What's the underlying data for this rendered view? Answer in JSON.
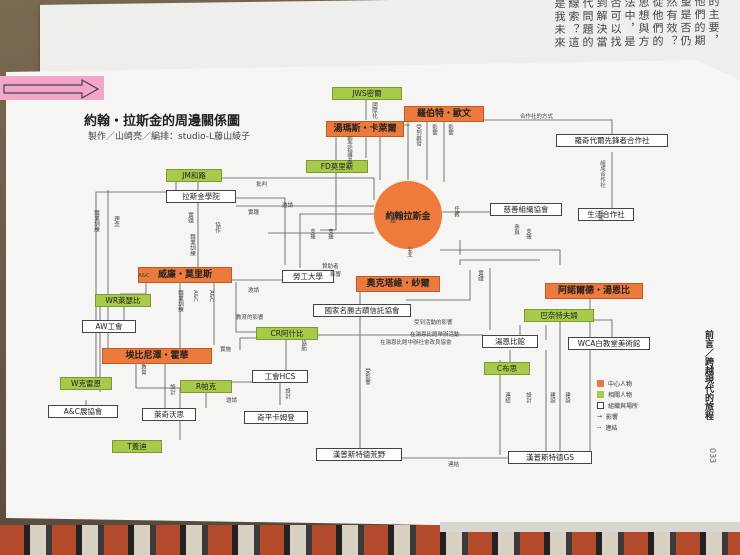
{
  "title": "約翰・拉斯金的周邊關係圖",
  "credit": "製作／山崎亮／編排：studio-L藤山綾子",
  "side_title": "前言／跨越現代的旅程",
  "page_number": "033",
  "prev_text": "的主要，他們的期望是否仍然有效？從他們的思想與方法中，是否可以找到解決當代問題的線索？這是我未來",
  "center": "約翰拉斯金",
  "core": {
    "carlyle": "湯瑪斯・卡萊爾",
    "owen": "羅伯特・歐文",
    "morris": "威廉・莫里斯",
    "octavia": "奧克塔維・紗爾",
    "ebenezer": "埃比尼澤・霍華",
    "arnold": "阿諾爾德・湯恩比"
  },
  "related": {
    "jws": "JWS密爾",
    "fd": "FD莫里斯",
    "jm": "JM和路",
    "wr": "WR萊瑟比",
    "cr": "CR阿什比",
    "rpark": "R帕克",
    "w": "W克雷恩",
    "barnett": "巴奈特夫婦",
    "tgeddes": "T蓋迪",
    "cbooth": "C布思"
  },
  "orgs": {
    "rochdale": "羅奇代爾先鋒者合作社",
    "consumer": "生活合作社",
    "cos": "慈善組織協會",
    "ruskin_college": "拉斯金學院",
    "workers": "勞工大學",
    "nationaltrust": "國家名勝古蹟信託協會",
    "aw": "AW工會",
    "toynbee": "湯恩比館",
    "wca": "WCA白教堂美術館",
    "hcs": "工會HCS",
    "letchworth": "萊奇沃思",
    "hampstead_garden": "奇平卡姆登",
    "aac": "A&C展協會",
    "hampstead": "漢普斯特德荒野",
    "hgs": "漢普斯特德GS"
  },
  "labels": [
    "合作社的方式",
    "國際化",
    "觀念指導者",
    "受到啟發",
    "批判",
    "邀請",
    "實踐",
    "支援",
    "A&C",
    "A&C",
    "A&C",
    "職業訓練",
    "職業訓練",
    "實踐",
    "協作",
    "支援",
    "影響",
    "贊助者",
    "職業訓練",
    "教育的影響",
    "實施",
    "在湯恩比館中辦社會改良協會",
    "受到活動的影響",
    "在湯恩比館舉辦活動",
    "設計",
    "建設",
    "連結",
    "建設",
    "受影響",
    "設計",
    "設計",
    "連結",
    "任教",
    "參與",
    "邀請",
    "支援",
    "組成合作社",
    "教育",
    "影響",
    "影響",
    "邀請",
    "理念",
    "協助",
    "公立",
    "實踐",
    "實踐",
    "組成"
  ],
  "legend": [
    {
      "label": "中心人物",
      "color": "#ec7a3c"
    },
    {
      "label": "相關人物",
      "color": "#a8c94a"
    },
    {
      "label": "組織與場所",
      "color": "#ffffff"
    },
    {
      "label": "影響",
      "color": "#333333"
    },
    {
      "label": "連結",
      "color": "#333333"
    }
  ]
}
